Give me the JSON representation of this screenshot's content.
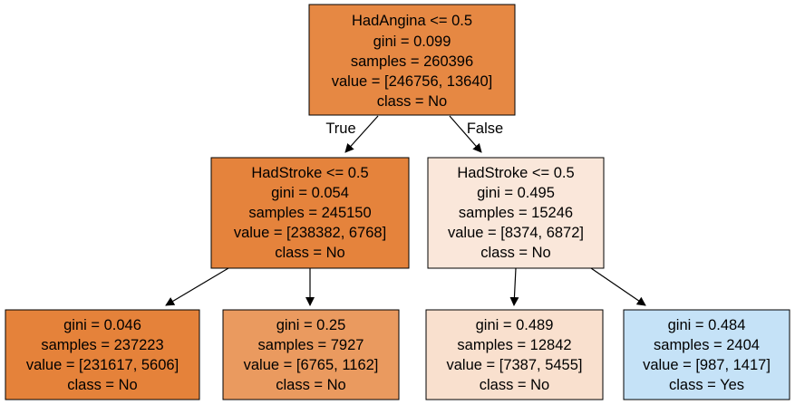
{
  "colors": {
    "no_strong": "#e5823a",
    "no_root": "#e68843",
    "no_medium": "#ea9a5f",
    "no_light": "#fae7da",
    "no_lighter": "#f9e0ce",
    "yes_light": "#c5e2f7",
    "border": "#000000",
    "edge": "#000000"
  },
  "nodes": [
    {
      "id": "root",
      "lines": [
        "HadAngina <= 0.5",
        "gini = 0.099",
        "samples = 260396",
        "value = [246756, 13640]",
        "class = No"
      ]
    },
    {
      "id": "left",
      "lines": [
        "HadStroke <= 0.5",
        "gini = 0.054",
        "samples = 245150",
        "value = [238382, 6768]",
        "class = No"
      ]
    },
    {
      "id": "right",
      "lines": [
        "HadStroke <= 0.5",
        "gini = 0.495",
        "samples = 15246",
        "value = [8374, 6872]",
        "class = No"
      ]
    },
    {
      "id": "left-left",
      "lines": [
        "gini = 0.046",
        "samples = 237223",
        "value = [231617, 5606]",
        "class = No"
      ]
    },
    {
      "id": "left-right",
      "lines": [
        "gini = 0.25",
        "samples = 7927",
        "value = [6765, 1162]",
        "class = No"
      ]
    },
    {
      "id": "right-left",
      "lines": [
        "gini = 0.489",
        "samples = 12842",
        "value = [7387, 5455]",
        "class = No"
      ]
    },
    {
      "id": "right-right",
      "lines": [
        "gini = 0.484",
        "samples = 2404",
        "value = [987, 1417]",
        "class = Yes"
      ]
    }
  ],
  "edge_labels": {
    "true_label": "True",
    "false_label": "False"
  }
}
